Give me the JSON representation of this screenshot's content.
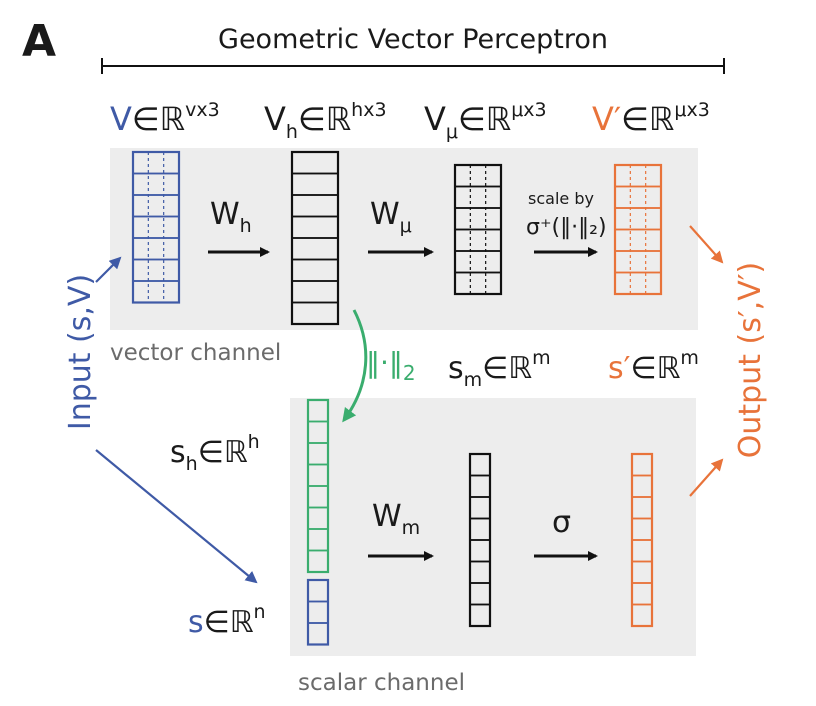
{
  "panel_letter": "A",
  "title": "Geometric Vector Perceptron",
  "colors": {
    "blue": "#3f5aa6",
    "black": "#111111",
    "orange": "#e8733a",
    "green": "#3aad6e",
    "gray_bg": "#ededed",
    "gray_text": "#6b6b6b"
  },
  "labels": {
    "v_base": "V",
    "v_sup": "vx3",
    "vh_base": "V",
    "vh_sub": "h",
    "vh_sup": "hx3",
    "vmu_base": "V",
    "vmu_sub": "μ",
    "vmu_sup": "μx3",
    "vprime_base": "V′",
    "vprime_sup": "μx3",
    "elem": "∈",
    "reals": "ℝ",
    "w_h_base": "W",
    "w_h_sub": "h",
    "w_mu_base": "W",
    "w_mu_sub": "μ",
    "scale_by": "scale by",
    "sigma_plus_norm": "σ⁺(‖·‖₂)",
    "norm_label": "‖·‖",
    "norm_sub": "2",
    "vector_channel": "vector channel",
    "scalar_channel": "scalar channel",
    "sm_base": "s",
    "sm_sub": "m",
    "sm_sup": "m",
    "sprime_base": "s′",
    "sprime_sup": "m",
    "sh_base": "s",
    "sh_sub": "h",
    "sh_sup": "h",
    "s_base": "s",
    "s_sup": "n",
    "w_m_base": "W",
    "w_m_sub": "m",
    "sigma": "σ",
    "input": "Input (s,V)",
    "output": "Output (s′,V′)"
  }
}
